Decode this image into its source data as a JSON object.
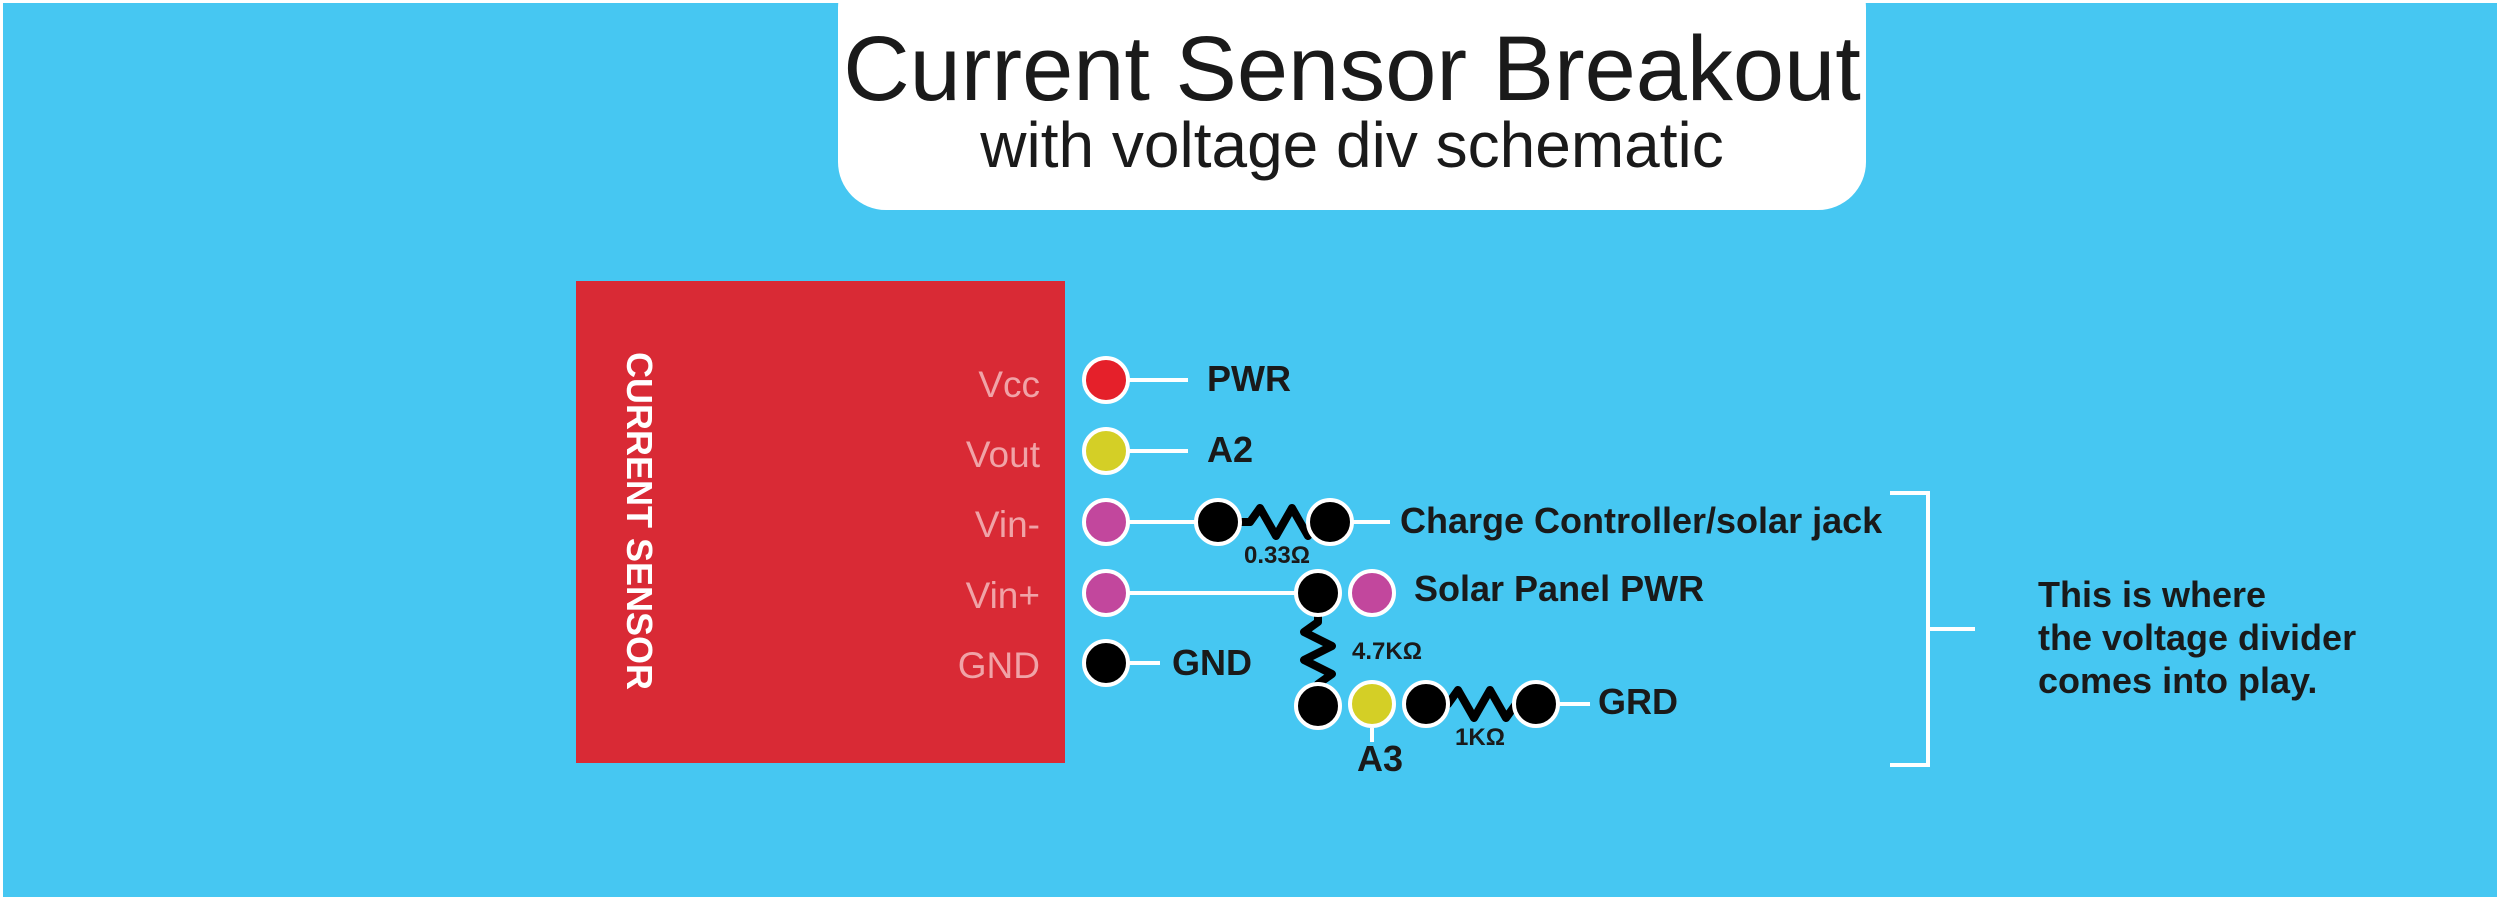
{
  "title": {
    "main": "Current Sensor Breakout",
    "sub": "with voltage div schematic"
  },
  "sensor": {
    "label": "CURRENT SENSOR",
    "pins": [
      {
        "name": "Vcc",
        "color": "#e5202a"
      },
      {
        "name": "Vout",
        "color": "#d4cf26"
      },
      {
        "name": "Vin-",
        "color": "#c2479d"
      },
      {
        "name": "Vin+",
        "color": "#c2479d"
      },
      {
        "name": "GND",
        "color": "#000000"
      }
    ]
  },
  "connections": {
    "vcc": "PWR",
    "vout": "A2",
    "vin_minus": "Charge Controller/solar jack",
    "vin_plus": "Solar Panel PWR",
    "gnd": "GND",
    "a3": "A3",
    "grd": "GRD"
  },
  "resistors": {
    "r1": "0.33Ω",
    "r2": "4.7KΩ",
    "r3": "1KΩ"
  },
  "note": {
    "lines": [
      "This is where",
      "the voltage divider",
      "comes into play."
    ]
  },
  "colors": {
    "background": "#46c7f2",
    "title_box": "#ffffff",
    "sensor_box": "#d92a35",
    "yellow_node": "#d4cf26",
    "magenta_node": "#c2479d"
  }
}
